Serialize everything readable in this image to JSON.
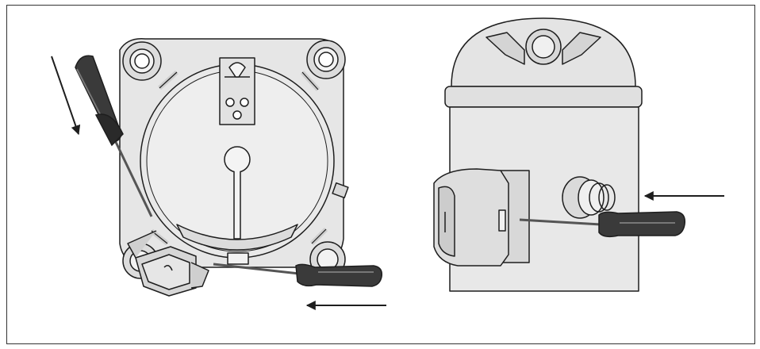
{
  "figure": {
    "views": [
      {
        "name": "top-view",
        "tool": "screwdriver",
        "steps": [
          "insert-screwdriver",
          "pull-cover-off"
        ]
      },
      {
        "name": "side-view",
        "tool": "screwdriver",
        "steps": [
          "push-screwdriver-into-terminal-cover"
        ]
      }
    ],
    "colors": {
      "stroke": "#1e1e1e",
      "body_fill": "#e6e6e6",
      "body_shade": "#cfcfcf",
      "handle": "#3a3a3a",
      "handle_dark": "#222222",
      "frame": "#333333"
    }
  }
}
